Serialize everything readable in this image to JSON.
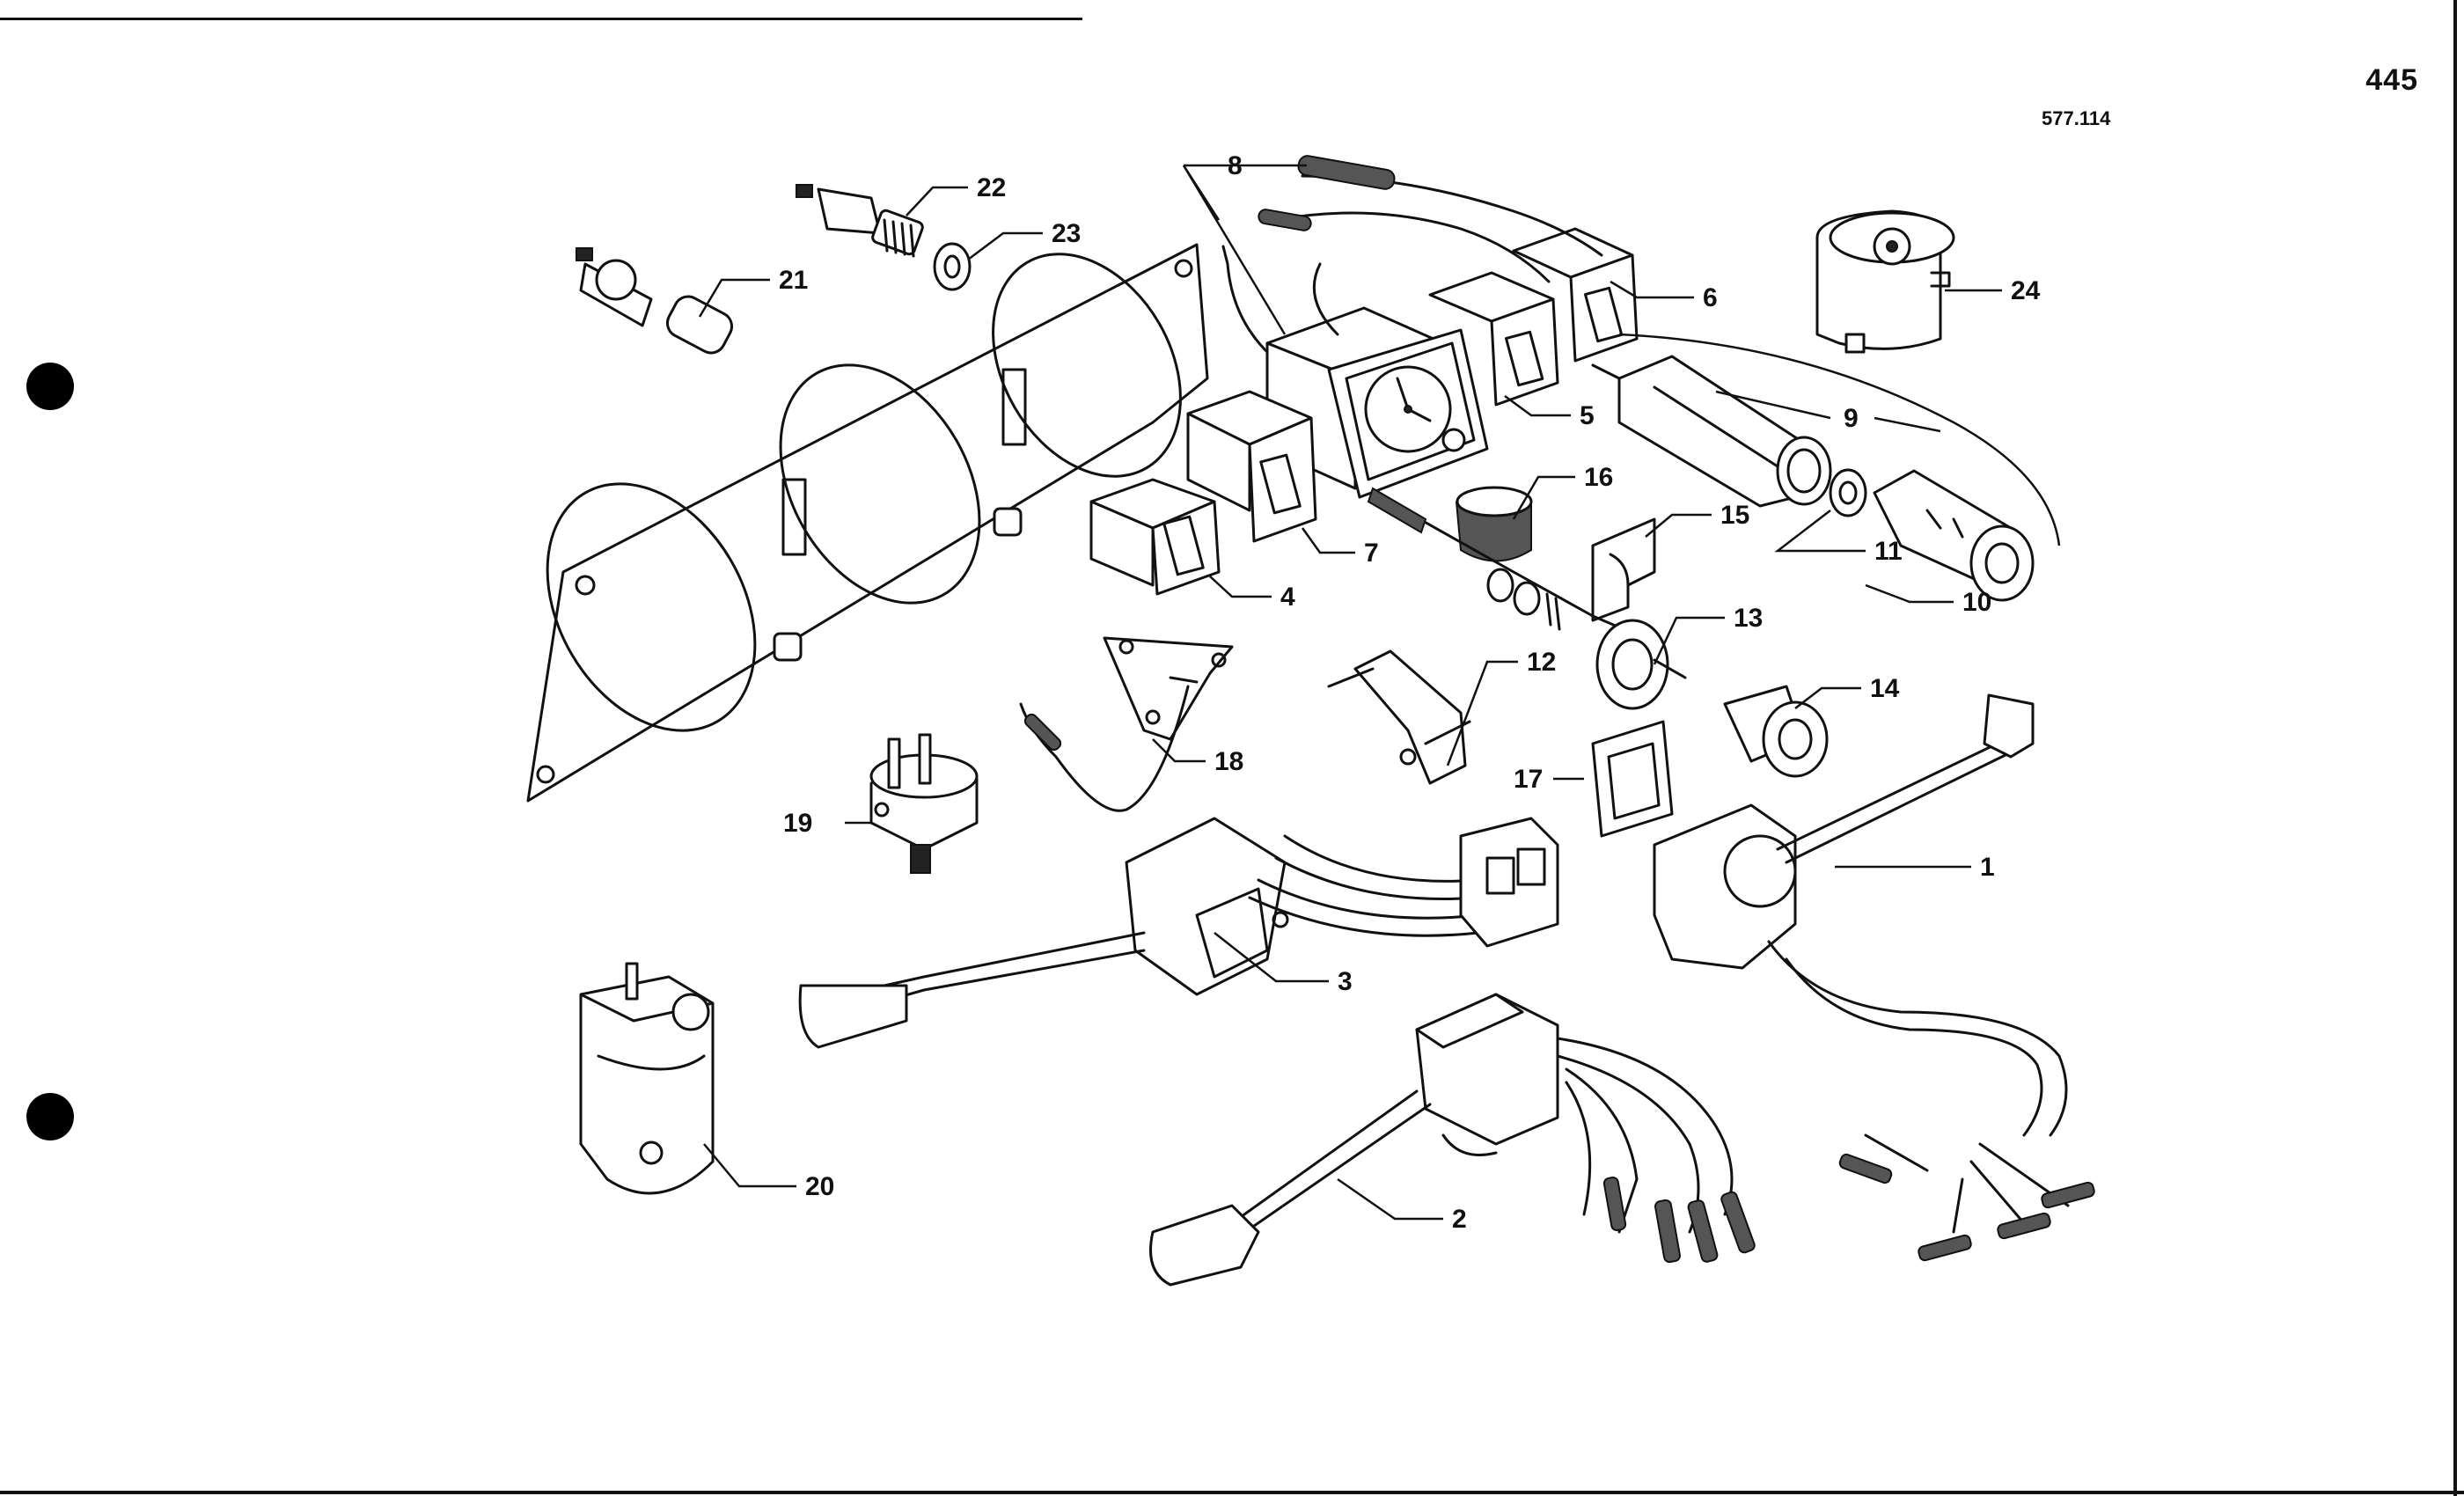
{
  "page": {
    "number": "445",
    "drawing_ref": "577.114"
  },
  "callouts": [
    "1",
    "2",
    "3",
    "4",
    "5",
    "6",
    "7",
    "8",
    "9",
    "10",
    "11",
    "12",
    "13",
    "14",
    "15",
    "16",
    "17",
    "18",
    "19",
    "20",
    "21",
    "22",
    "23",
    "24"
  ]
}
